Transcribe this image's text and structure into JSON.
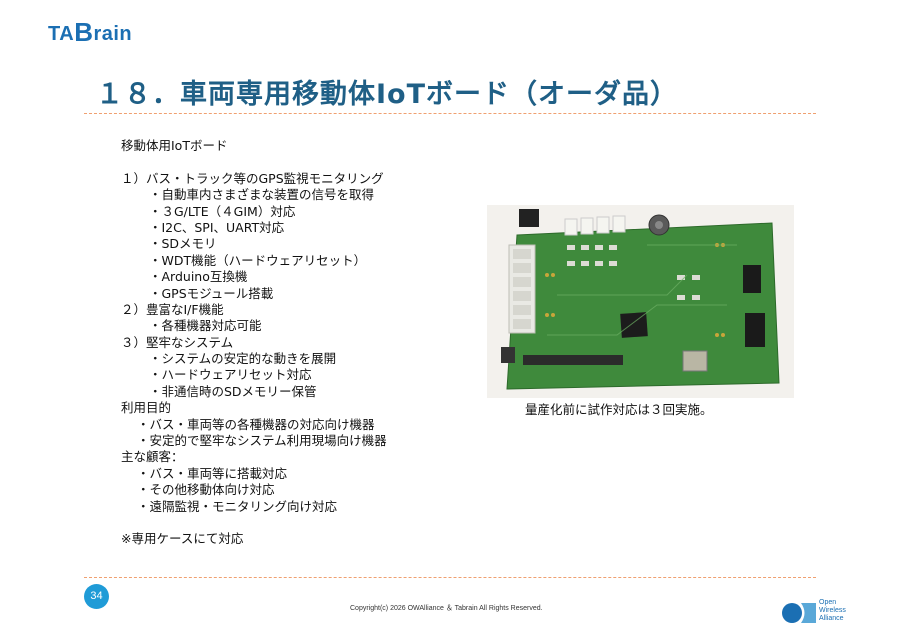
{
  "header": {
    "logo_text_pre": "TA",
    "logo_text_b": "B",
    "logo_text_post": "rain",
    "title": "１８．車両専用移動体IoTボード（オーダ品）"
  },
  "body": {
    "heading": "移動体用IoTボード",
    "lines": [
      {
        "text": "１）バス・トラック等のGPS監視モニタリング",
        "indent": 0
      },
      {
        "text": "・自動車内さまざまな装置の信号を取得",
        "indent": 1
      },
      {
        "text": "・３G/LTE（４GIM）対応",
        "indent": 1
      },
      {
        "text": "・I2C、SPI、UART対応",
        "indent": 1
      },
      {
        "text": "・SDメモリ",
        "indent": 1
      },
      {
        "text": "・WDT機能（ハードウェアリセット）",
        "indent": 1
      },
      {
        "text": "・Arduino互換機",
        "indent": 1
      },
      {
        "text": "・GPSモジュール搭載",
        "indent": 1
      },
      {
        "text": "２）豊富なI/F機能",
        "indent": 0
      },
      {
        "text": "・各種機器対応可能",
        "indent": 1
      },
      {
        "text": "３）堅牢なシステム",
        "indent": 0
      },
      {
        "text": "・システムの安定的な動きを展開",
        "indent": 1
      },
      {
        "text": "・ハードウェアリセット対応",
        "indent": 1
      },
      {
        "text": "・非通信時のSDメモリー保管",
        "indent": 1
      },
      {
        "text": "利用目的",
        "indent": 0
      },
      {
        "text": "・バス・車両等の各種機器の対応向け機器",
        "indent": 2
      },
      {
        "text": "・安定的で堅牢なシステム利用現場向け機器",
        "indent": 2
      },
      {
        "text": "主な顧客：",
        "indent": 0
      },
      {
        "text": "・バス・車両等に搭載対応",
        "indent": 2
      },
      {
        "text": "・その他移動体向け対応",
        "indent": 2
      },
      {
        "text": "・遠隔監視・モニタリング向け対応",
        "indent": 2
      }
    ],
    "note": "※専用ケースにて対応"
  },
  "photo": {
    "caption": "量産化前に試作対応は３回実施。",
    "board_color": "#3f8a3c"
  },
  "footer": {
    "page_number": "34",
    "copyright": "Copyright(c) 2026 OWAlliance ＆ Tabrain All Rights Reserved.",
    "owa_line1": "Open",
    "owa_line2": "Wireless",
    "owa_line3": "Alliance"
  },
  "colors": {
    "title": "#1f5f86",
    "accent_rule": "#f0a070",
    "page_badge": "#1f9bd7",
    "logo": "#1b6fb3"
  }
}
